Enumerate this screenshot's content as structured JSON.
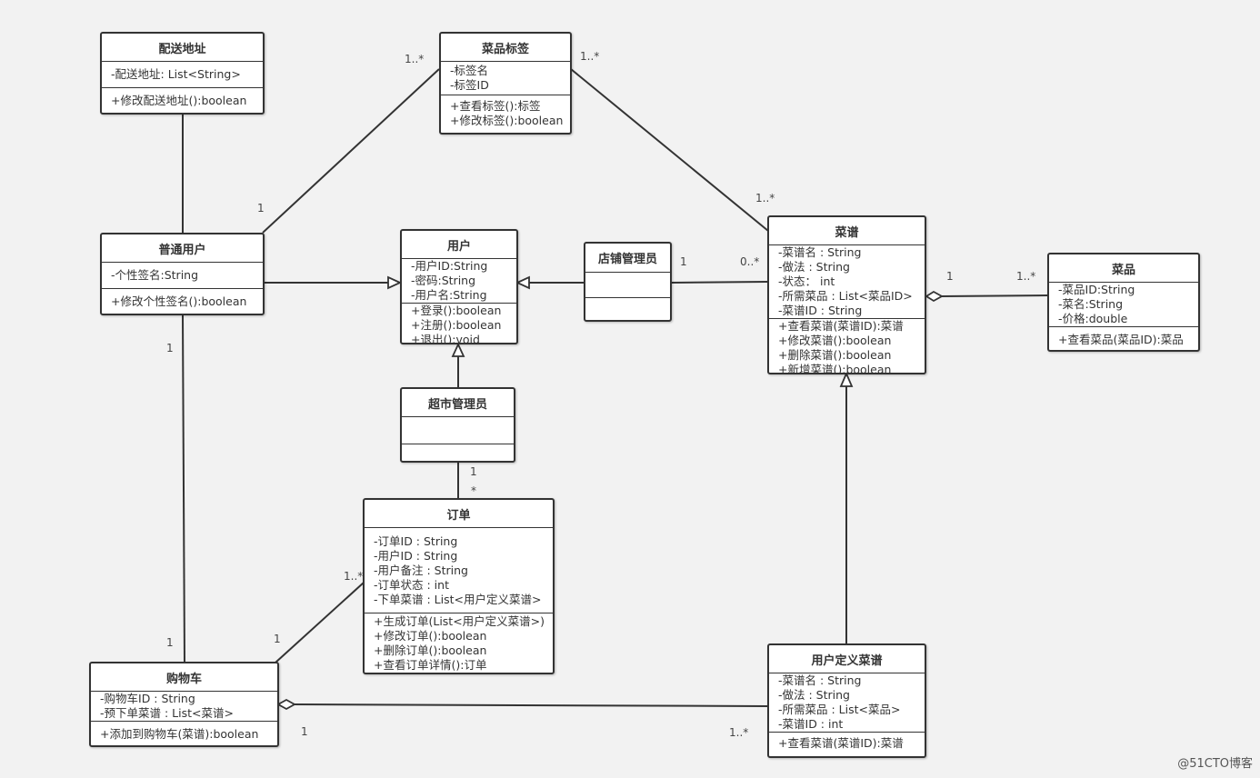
{
  "classes": {
    "delivery_address": {
      "name": "配送地址",
      "attrs": [
        "-配送地址: List<String>"
      ],
      "ops": [
        "+修改配送地址():boolean"
      ]
    },
    "dish_tag": {
      "name": "菜品标签",
      "attrs": [
        "-标签名",
        "-标签ID"
      ],
      "ops": [
        "+查看标签():标签",
        "+修改标签():boolean"
      ]
    },
    "normal_user": {
      "name": "普通用户",
      "attrs": [
        "-个性签名:String"
      ],
      "ops": [
        "+修改个性签名():boolean"
      ]
    },
    "user": {
      "name": "用户",
      "attrs": [
        "-用户ID:String",
        "-密码:String",
        "-用户名:String"
      ],
      "ops": [
        "+登录():boolean",
        "+注册():boolean",
        "+退出():void"
      ]
    },
    "store_admin": {
      "name": "店铺管理员",
      "attrs": [],
      "ops": []
    },
    "recipe": {
      "name": "菜谱",
      "attrs": [
        "-菜谱名 : String",
        "-做法 : String",
        "-状态：  int",
        "-所需菜品 : List<菜品ID>",
        "-菜谱ID : String"
      ],
      "ops": [
        "+查看菜谱(菜谱ID):菜谱",
        "+修改菜谱():boolean",
        "+删除菜谱():boolean",
        "+新增菜谱():boolean"
      ]
    },
    "dish": {
      "name": "菜品",
      "attrs": [
        "-菜品ID:String",
        "-菜名:String",
        "-价格:double"
      ],
      "ops": [
        "+查看菜品(菜品ID):菜品"
      ]
    },
    "market_admin": {
      "name": "超市管理员",
      "attrs": [],
      "ops": []
    },
    "order": {
      "name": "订单",
      "attrs": [
        "-订单ID : String",
        "-用户ID : String",
        "-用户备注 : String",
        "-订单状态 : int",
        "-下单菜谱 : List<用户定义菜谱>"
      ],
      "ops": [
        "+生成订单(List<用户定义菜谱>)",
        "+修改订单():boolean",
        "+删除订单():boolean",
        "+查看订单详情():订单"
      ]
    },
    "cart": {
      "name": "购物车",
      "attrs": [
        "-购物车ID : String",
        "-预下单菜谱 : List<菜谱>"
      ],
      "ops": [
        "+添加到购物车(菜谱):boolean"
      ]
    },
    "user_recipe": {
      "name": "用户定义菜谱",
      "attrs": [
        "-菜谱名 : String",
        "-做法 : String",
        "-所需菜品 : List<菜品>",
        "-菜谱ID : int"
      ],
      "ops": [
        "+查看菜谱(菜谱ID):菜谱"
      ]
    }
  },
  "multiplicities": [
    "1..*",
    "1..*",
    "1",
    "1..*",
    "1",
    "0..*",
    "1",
    "1..*",
    "1",
    "*",
    "1",
    "1",
    "1..*",
    "1",
    "1",
    "1..*"
  ],
  "watermark": "@51CTO博客",
  "colors": {
    "background": "#f2f2f2",
    "box_fill": "#ffffff",
    "line": "#333333"
  }
}
